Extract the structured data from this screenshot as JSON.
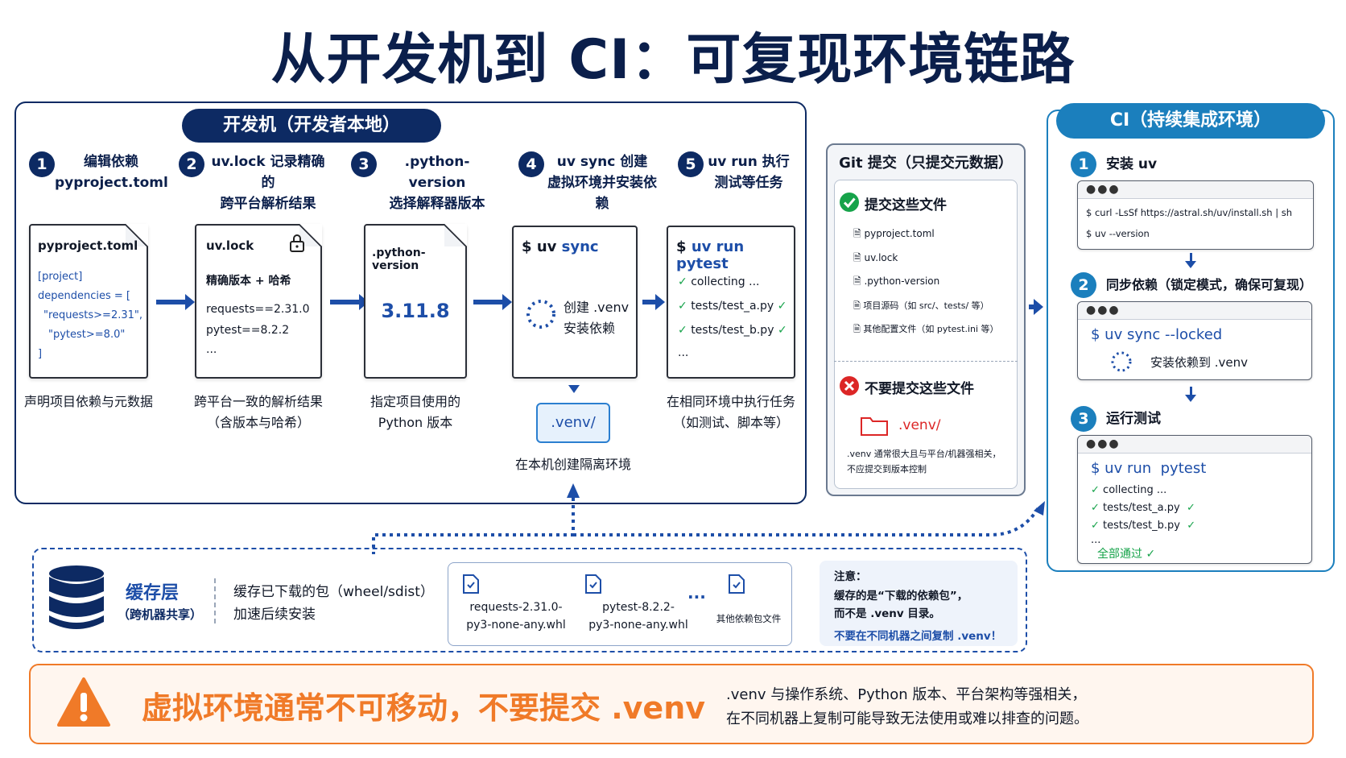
{
  "title": "从开发机到 CI：可复现环境链路",
  "dev": {
    "header": "开发机（开发者本地）",
    "steps": [
      {
        "num": "1",
        "line1": "编辑依赖",
        "line2": "pyproject.toml"
      },
      {
        "num": "2",
        "line1": "uv.lock 记录精确的",
        "line2": "跨平台解析结果"
      },
      {
        "num": "3",
        "line1": ".python-version",
        "line2": "选择解释器版本"
      },
      {
        "num": "4",
        "line1": "uv sync 创建",
        "line2": "虚拟环境并安装依赖"
      },
      {
        "num": "5",
        "line1": "uv run 执行",
        "line2": "测试等任务"
      }
    ],
    "pyproject": {
      "name": "pyproject.toml",
      "l1": "[project]",
      "l2": "dependencies = [",
      "l3": "\"requests>=2.31\",",
      "l4": "\"pytest>=8.0\"",
      "l5": "]"
    },
    "uvlock": {
      "name": "uv.lock",
      "l1": "精确版本 + 哈希",
      "l2": "requests==2.31.0",
      "l3": "pytest==8.2.2",
      "l4": "..."
    },
    "pyver": {
      "name": ".python-version",
      "version": "3.11.8"
    },
    "uvsync": {
      "prompt": "$",
      "cmd1": "uv",
      "cmd2": "sync",
      "l1": "创建 .venv",
      "l2": "安装依赖"
    },
    "uvrun": {
      "prompt": "$",
      "cmd": "uv run pytest",
      "l1": "collecting ...",
      "l2": "tests/test_a.py",
      "l3": "tests/test_b.py",
      "l4": "..."
    },
    "venv_label": ".venv/",
    "captions": {
      "c1": "声明项目依赖与元数据",
      "c2a": "跨平台一致的解析结果",
      "c2b": "（含版本与哈希）",
      "c3a": "指定项目使用的",
      "c3b": "Python 版本",
      "c4": "在本机创建隔离环境",
      "c5a": "在相同环境中执行任务",
      "c5b": "（如测试、脚本等）"
    }
  },
  "git": {
    "header": "Git 提交（只提交元数据）",
    "commit_title": "提交这些文件",
    "files": [
      "pyproject.toml",
      "uv.lock",
      ".python-version",
      "项目源码（如 src/、tests/ 等）",
      "其他配置文件（如 pytest.ini 等）"
    ],
    "nocommit_title": "不要提交这些文件",
    "venv": ".venv/",
    "note1": ".venv 通常很大且与平台/机器强相关，",
    "note2": "不应提交到版本控制"
  },
  "ci": {
    "header": "CI（持续集成环境）",
    "s1": {
      "num": "1",
      "label": "安装 uv",
      "l1": "$ curl -LsSf https://astral.sh/uv/install.sh | sh",
      "l2": "$ uv --version"
    },
    "s2": {
      "num": "2",
      "label": "同步依赖（锁定模式，确保可复现）",
      "cmd": "$ uv sync --locked",
      "l1": "安装依赖到 .venv"
    },
    "s3": {
      "num": "3",
      "label": "运行测试",
      "cmd": "$ uv run  pytest",
      "l1": "collecting ...",
      "l2": "tests/test_a.py",
      "l3": "tests/test_b.py",
      "l4": "...",
      "pass": "全部通过 ✓"
    },
    "dots": "●●●"
  },
  "cache": {
    "title": "缓存层",
    "subtitle": "（跨机器共享）",
    "desc1": "缓存已下载的包（wheel/sdist）",
    "desc2": "加速后续安装",
    "f1a": "requests-2.31.0-",
    "f1b": "py3-none-any.whl",
    "f2a": "pytest-8.2.2-",
    "f2b": "py3-none-any.whl",
    "ellipsis": "...",
    "f3": "其他依赖包文件",
    "note_title": "注意：",
    "note1": "缓存的是“下载的依赖包”，",
    "note2": "而不是 .venv 目录。",
    "note3": "不要在不同机器之间复制 .venv！"
  },
  "warning": {
    "headline": "虚拟环境通常不可移动，不要提交 .venv",
    "l1": ".venv 与操作系统、Python 版本、平台架构等强相关，",
    "l2": "在不同机器上复制可能导致无法使用或难以排查的问题。"
  },
  "colors": {
    "navy": "#0d2a63",
    "ci_blue": "#1b7fbd",
    "arrow": "#1d4ea8",
    "green": "#16a34a",
    "red": "#dc2626",
    "orange": "#f07a28"
  }
}
